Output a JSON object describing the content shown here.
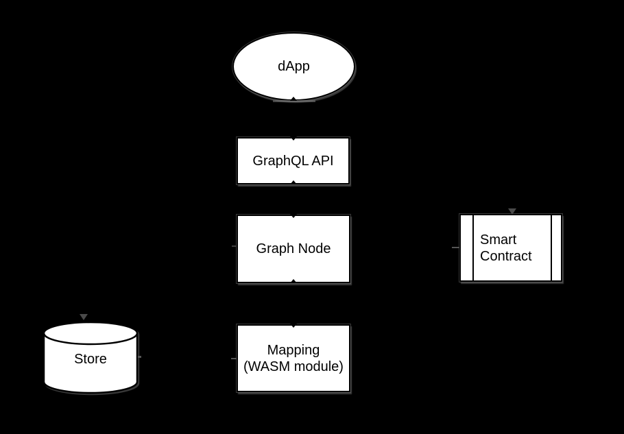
{
  "diagram_title": "dApp / Graph Node architecture diagram",
  "colors": {
    "background": "#000000",
    "shape_fill": "#ffffff",
    "shape_border": "#000000",
    "text": "#000000",
    "shadow_grey": "#8c8c8c"
  },
  "nodes": {
    "dapp": {
      "label": "dApp",
      "shape": "ellipse"
    },
    "graphql_api": {
      "label": "GraphQL API",
      "shape": "rectangle"
    },
    "graph_node": {
      "label": "Graph Node",
      "shape": "rectangle"
    },
    "smart_contract": {
      "label": "Smart Contract",
      "shape": "process"
    },
    "store": {
      "label": "Store",
      "shape": "cylinder"
    },
    "mapping": {
      "label": "Mapping\n(WASM module)",
      "shape": "rectangle"
    }
  }
}
